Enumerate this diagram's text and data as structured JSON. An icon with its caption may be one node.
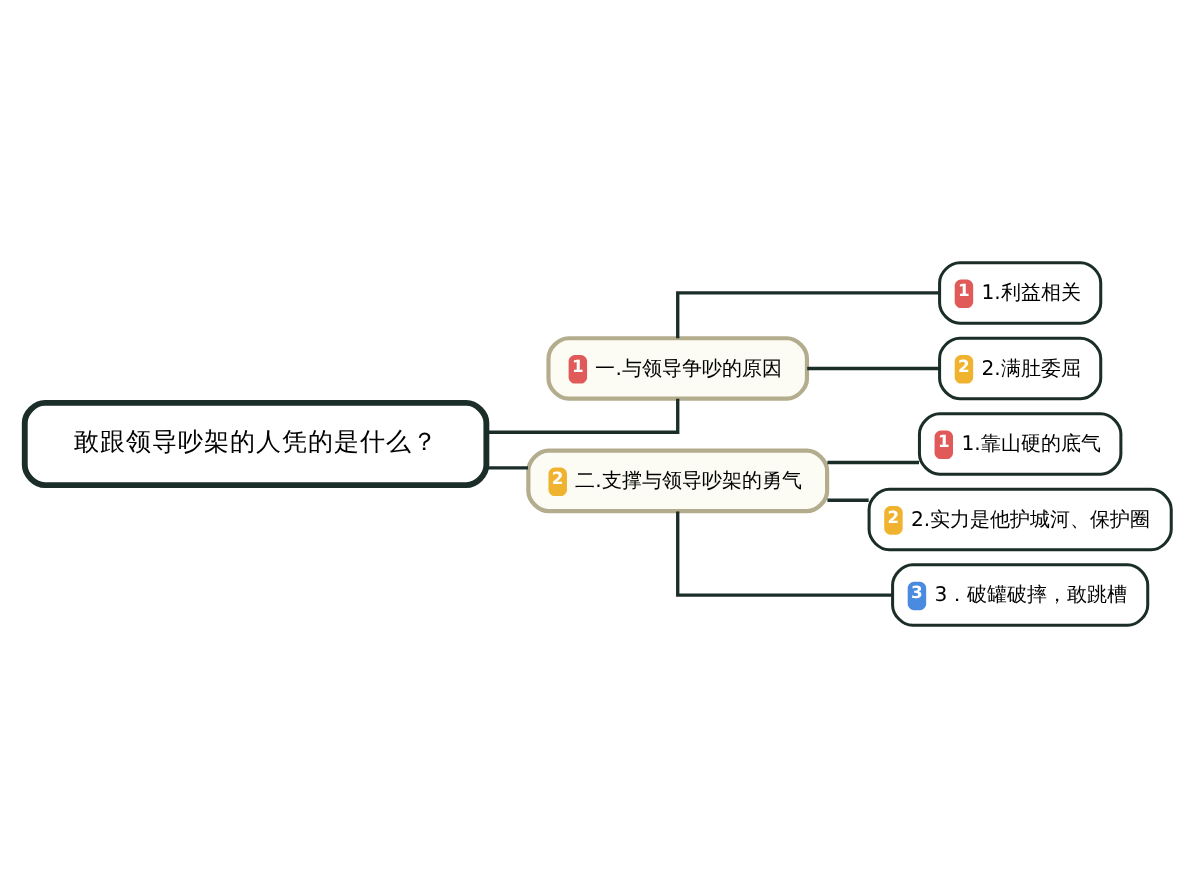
{
  "diagram": {
    "nodes": [
      {
        "text": [
          "敢跟领导吵架的人凭的是什么？"
        ]
      },
      {
        "text": [
          "1",
          "一.与领导争吵的原因"
        ]
      },
      {
        "text": [
          "1",
          "1.利益相关"
        ]
      },
      {
        "text": [
          "2",
          "2.满肚委屈"
        ]
      },
      {
        "text": [
          "2",
          "二.支撑与领导吵架的勇气"
        ]
      },
      {
        "text": [
          "1",
          "1.靠山硬的底气"
        ]
      },
      {
        "text": [
          "2",
          "2.实力是他护城河、保护圈"
        ]
      },
      {
        "text": [
          "3",
          "3．破罐破摔，敢跳槽"
        ]
      }
    ],
    "edges": [
      {
        "from": 0,
        "to": 1,
        "arrow": "none"
      },
      {
        "from": 1,
        "to": 2,
        "arrow": "none"
      },
      {
        "from": 1,
        "to": 3,
        "arrow": "none"
      },
      {
        "from": 0,
        "to": 4,
        "arrow": "none"
      },
      {
        "from": 4,
        "to": 5,
        "arrow": "none"
      },
      {
        "from": 4,
        "to": 6,
        "arrow": "none"
      },
      {
        "from": 4,
        "to": 7,
        "arrow": "none"
      }
    ]
  }
}
